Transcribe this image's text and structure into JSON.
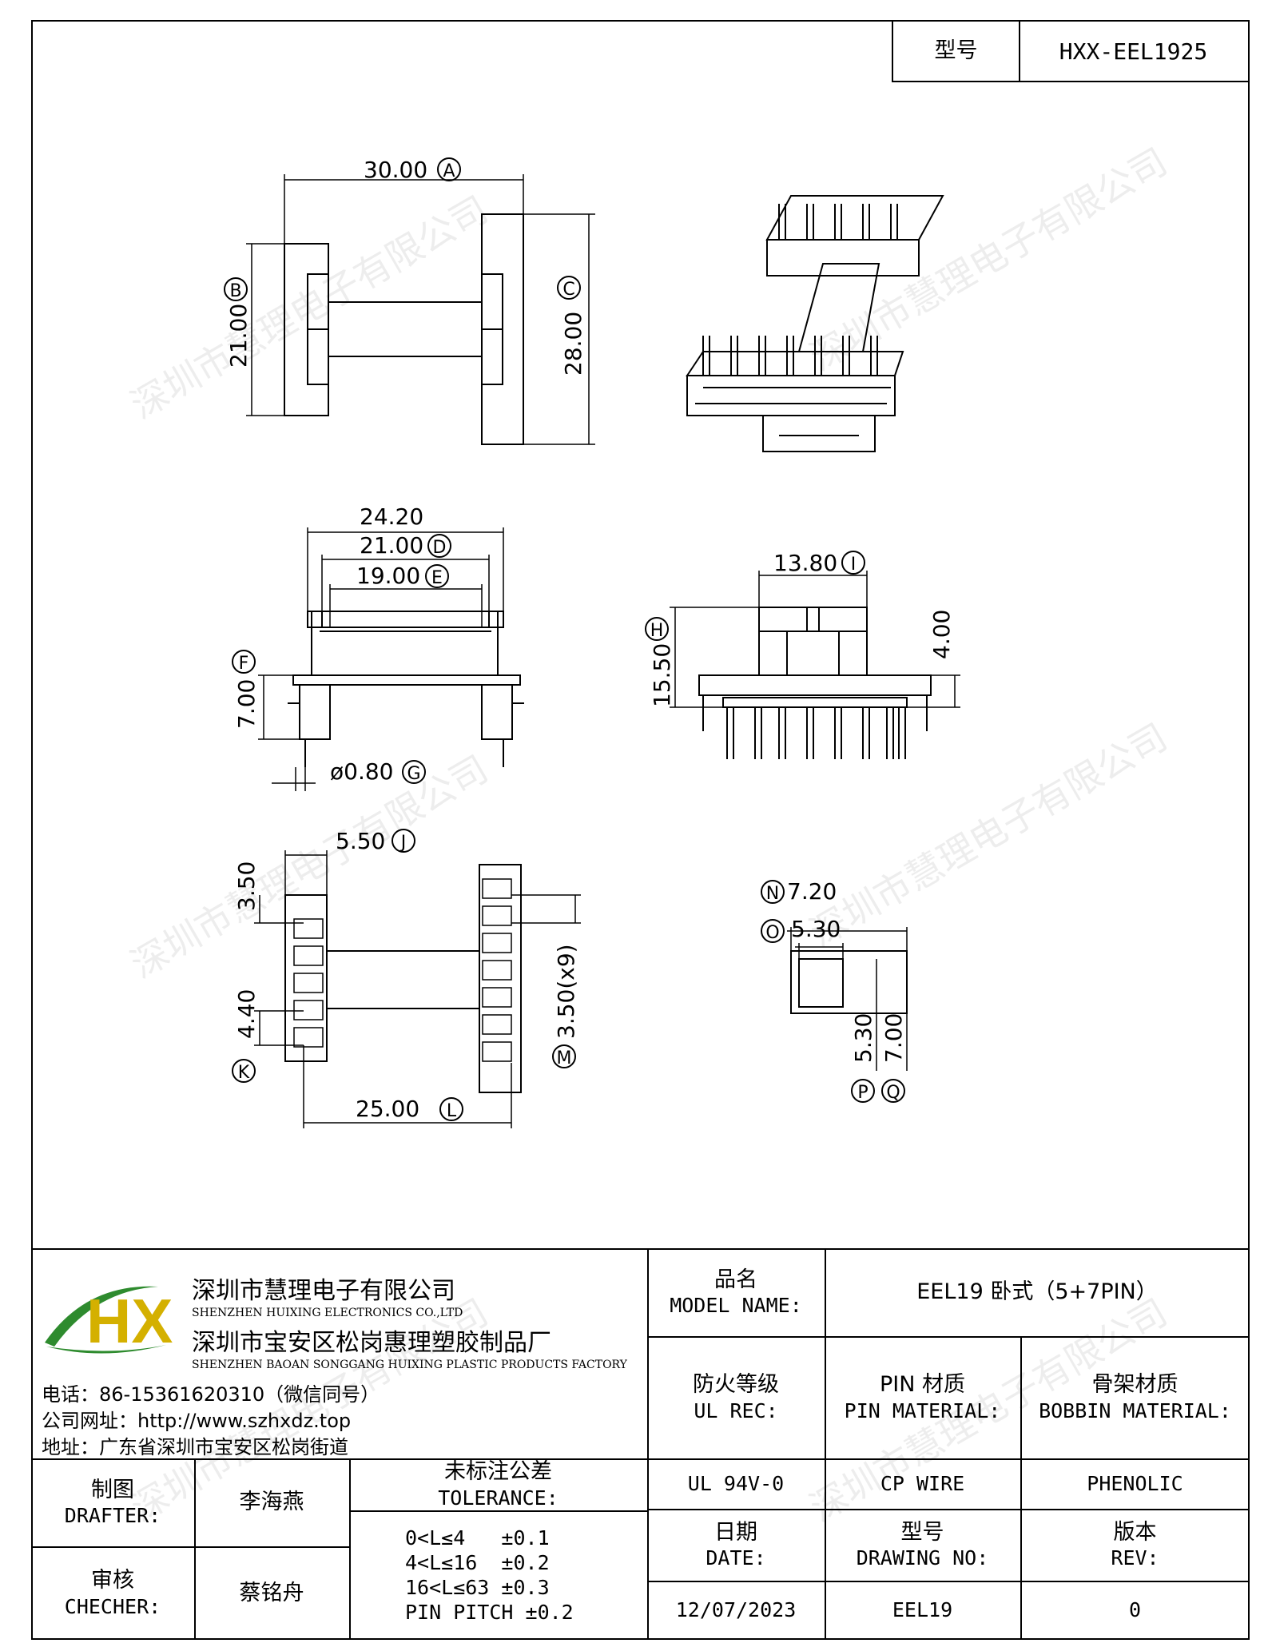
{
  "header": {
    "model_label": "型号",
    "model_value": "HXX-EEL1925"
  },
  "watermark": "深圳市慧理电子有限公司",
  "dimensions": {
    "top_view": {
      "A": "30.00",
      "B": "21.00",
      "C": "28.00",
      "A_tag": "A",
      "B_tag": "B",
      "C_tag": "C"
    },
    "front_view": {
      "w1": "24.20",
      "D": "21.00",
      "E": "19.00",
      "F": "7.00",
      "G": "ø0.80",
      "D_tag": "D",
      "E_tag": "E",
      "F_tag": "F",
      "G_tag": "G"
    },
    "side_view": {
      "I": "13.80",
      "H": "15.50",
      "h2": "4.00",
      "I_tag": "I",
      "H_tag": "H"
    },
    "bottom_view": {
      "J": "5.50",
      "j2": "3.50",
      "K": "4.40",
      "L": "25.00",
      "M": "3.50(x9)",
      "J_tag": "J",
      "K_tag": "K",
      "L_tag": "L",
      "M_tag": "M"
    },
    "pin_detail": {
      "N": "7.20",
      "O": "5.30",
      "P": "5.30",
      "Q": "7.00",
      "N_tag": "N",
      "O_tag": "O",
      "P_tag": "P",
      "Q_tag": "Q"
    }
  },
  "company": {
    "logo_text": "HX",
    "name1_cn": "深圳市慧理电子有限公司",
    "name1_en": "SHENZHEN HUIXING ELECTRONICS CO.,LTD",
    "name2_cn": "深圳市宝安区松岗惠理塑胶制品厂",
    "name2_en": "SHENZHEN BAOAN SONGGANG HUIXING PLASTIC PRODUCTS FACTORY",
    "phone": "电话：86-15361620310（微信同号）",
    "website": "公司网址：http://www.szhxdz.top",
    "address": "地址：广东省深圳市宝安区松岗街道"
  },
  "title_block": {
    "model_name_cn": "品名",
    "model_name_en": "MODEL NAME:",
    "model_name_value": "EEL19 卧式（5+7PIN）",
    "fire_cn": "防火等级",
    "fire_en": "UL REC:",
    "pin_mat_cn": "PIN 材质",
    "pin_mat_en": "PIN MATERIAL:",
    "bobbin_mat_cn": "骨架材质",
    "bobbin_mat_en": "BOBBIN MATERIAL:",
    "fire_value": "UL 94V-0",
    "pin_mat_value": "CP WIRE",
    "bobbin_mat_value": "PHENOLIC",
    "drafter_cn": "制图",
    "drafter_en": "DRAFTER:",
    "drafter_value": "李海燕",
    "checker_cn": "审核",
    "checker_en": "CHECHER:",
    "checker_value": "蔡铭舟",
    "tolerance_cn": "未标注公差",
    "tolerance_en": "TOLERANCE:",
    "tolerance_lines": [
      "0<L≤4   ±0.1",
      "4<L≤16  ±0.2",
      "16<L≤63 ±0.3",
      "PIN PITCH ±0.2"
    ],
    "date_cn": "日期",
    "date_en": "DATE:",
    "date_value": "12/07/2023",
    "drawing_no_cn": "型号",
    "drawing_no_en": "DRAWING NO:",
    "drawing_no_value": "EEL19",
    "rev_cn": "版本",
    "rev_en": "REV:",
    "rev_value": "0"
  }
}
